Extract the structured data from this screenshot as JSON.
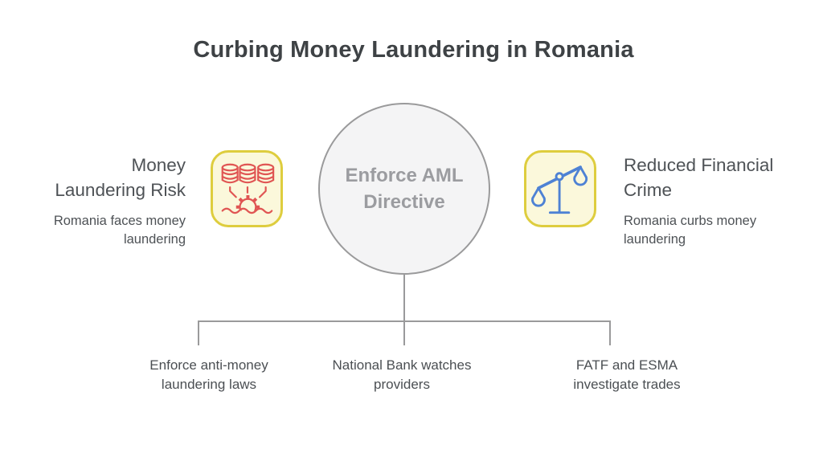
{
  "title": "Curbing Money Laundering in Romania",
  "center_node": {
    "label": "Enforce AML\nDirective"
  },
  "cause": {
    "heading": "Money\nLaundering Risk",
    "description": "Romania faces money\nlaundering",
    "icon": "money-laundering-icon"
  },
  "effect": {
    "heading": "Reduced Financial\nCrime",
    "description": "Romania curbs money\nlaundering",
    "icon": "balance-scale-icon"
  },
  "branches": [
    {
      "label": "Enforce anti-money\nlaundering laws"
    },
    {
      "label": "National Bank watches\nproviders"
    },
    {
      "label": "FATF and ESMA\ninvestigate trades"
    }
  ],
  "colors": {
    "title_text": "#3E4245",
    "body_text": "#4E5256",
    "node_text": "#9B9CA0",
    "node_fill": "#F4F4F5",
    "node_border": "#9A9A9B",
    "connector_gray": "#9A9A9B",
    "icon_box_fill": "#FBF8DB",
    "icon_box_border": "#DECD3E",
    "risk_icon_red": "#E05553",
    "scale_icon_blue": "#4E82D4",
    "branch_text": "#4B4F53"
  }
}
